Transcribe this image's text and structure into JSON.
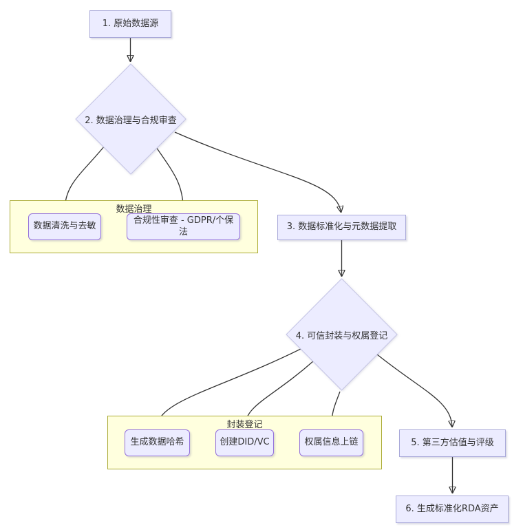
{
  "diagram": {
    "type": "flowchart",
    "direction": "top-down",
    "nodes": {
      "n1": {
        "id": "1",
        "label": "1. 原始数据源",
        "shape": "rect"
      },
      "d2": {
        "id": "2",
        "label": "2. 数据治理与合规审查",
        "shape": "diamond"
      },
      "g1": {
        "id": "2a",
        "label": "数据清洗与去敏",
        "shape": "rounded"
      },
      "g2": {
        "id": "2b",
        "label": "合规性审查 - GDPR/个保法",
        "shape": "rounded"
      },
      "n3": {
        "id": "3",
        "label": "3. 数据标准化与元数据提取",
        "shape": "rect"
      },
      "d4": {
        "id": "4",
        "label": "4. 可信封装与权属登记",
        "shape": "diamond"
      },
      "p1": {
        "id": "4a",
        "label": "生成数据哈希",
        "shape": "rounded"
      },
      "p2": {
        "id": "4b",
        "label": "创建DID/VC",
        "shape": "rounded"
      },
      "p3": {
        "id": "4c",
        "label": "权属信息上链",
        "shape": "rounded"
      },
      "n5": {
        "id": "5",
        "label": "5. 第三方估值与评级",
        "shape": "rect"
      },
      "n6": {
        "id": "6",
        "label": "6. 生成标准化RDA资产",
        "shape": "rect"
      }
    },
    "subgraphs": {
      "governance": {
        "label": "数据治理",
        "children": [
          "数据清洗与去敏",
          "合规性审查 - GDPR/个保法"
        ]
      },
      "packaging": {
        "label": "封装登记",
        "children": [
          "生成数据哈希",
          "创建DID/VC",
          "权属信息上链"
        ]
      }
    },
    "edges": [
      {
        "from": "n1",
        "to": "d2"
      },
      {
        "from": "d2",
        "to": "g1"
      },
      {
        "from": "d2",
        "to": "g2"
      },
      {
        "from": "d2",
        "to": "n3"
      },
      {
        "from": "n3",
        "to": "d4"
      },
      {
        "from": "d4",
        "to": "p1"
      },
      {
        "from": "d4",
        "to": "p2"
      },
      {
        "from": "d4",
        "to": "p3"
      },
      {
        "from": "d4",
        "to": "n5"
      },
      {
        "from": "n5",
        "to": "n6"
      }
    ],
    "colors": {
      "node_fill": "#ECECFF",
      "rounded_border": "#9370DB",
      "rect_border": "#A9A9D9",
      "diamond_border": "#C4C4E4",
      "subgraph_fill": "#FFFFDE",
      "subgraph_border": "#AAAA33",
      "edge": "#333333",
      "text": "#333333",
      "background": "#FFFFFF"
    }
  }
}
